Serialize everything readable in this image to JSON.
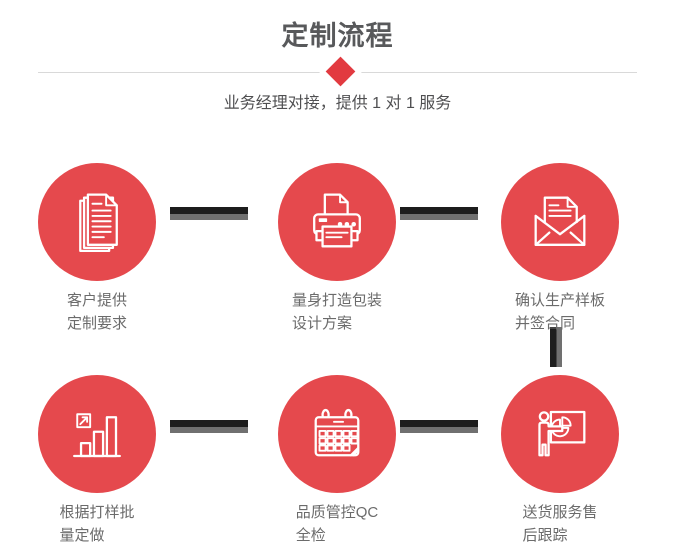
{
  "header": {
    "title": "定制流程",
    "subtitle": "业务经理对接，提供 1 对 1 服务"
  },
  "steps": [
    {
      "icon": "documents-icon",
      "lines": [
        "客户提供",
        "定制要求"
      ]
    },
    {
      "icon": "printer-icon",
      "lines": [
        "量身打造包装",
        "设计方案"
      ]
    },
    {
      "icon": "envelope-icon",
      "lines": [
        "确认生产样板",
        "并签合同"
      ]
    },
    {
      "icon": "bar-chart-icon",
      "lines": [
        "根据打样批",
        "量定做"
      ]
    },
    {
      "icon": "calendar-icon",
      "lines": [
        "品质管控QC",
        "全检"
      ]
    },
    {
      "icon": "presentation-icon",
      "lines": [
        "送货服务售",
        "后跟踪"
      ]
    }
  ],
  "colors": {
    "accent_red": "#e23a40",
    "circle_red": "#e5494d",
    "title_gray": "#58595b",
    "subtitle_gray": "#4f4f51",
    "label_gray": "#6b6b6b",
    "connector_black": "#1d1d1d",
    "connector_gray": "#707070",
    "divider_gray": "#d9d9d9",
    "background": "#ffffff"
  }
}
